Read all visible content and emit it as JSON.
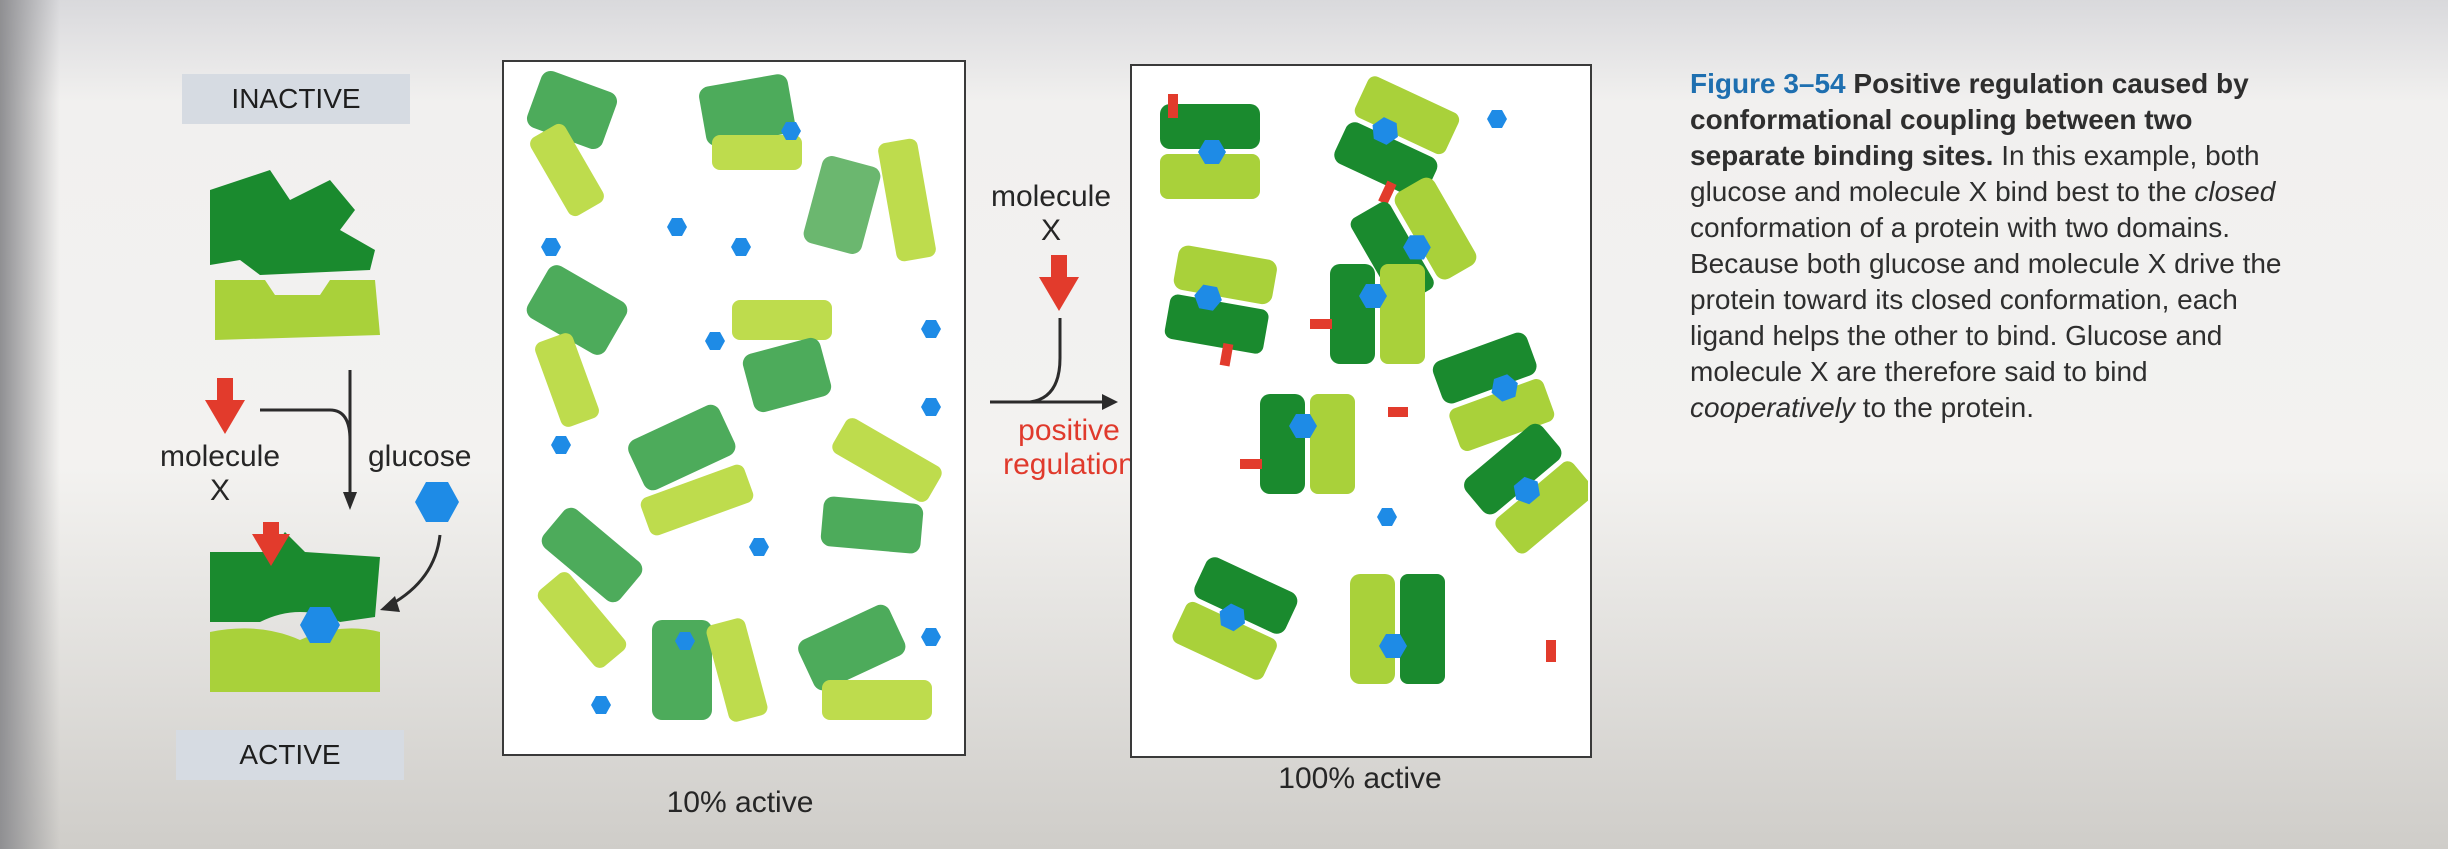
{
  "figure": {
    "label_inactive": "INACTIVE",
    "label_active": "ACTIVE",
    "molecule_x_left": "molecule\nX",
    "glucose": "glucose",
    "panel_left_caption": "10% active",
    "panel_right_caption": "100% active",
    "molecule_x_mid": "molecule\nX",
    "positive_regulation": "positive\nregulation",
    "colors": {
      "dark_green": "#1a8a2e",
      "light_green": "#a9d13a",
      "blue": "#1e8be6",
      "red": "#e23b2c"
    }
  },
  "caption": {
    "number": "Figure 3–54",
    "lead": "Positive regulation caused by conformational coupling between two separate binding sites.",
    "body_1": "In this example, both glucose and molecule X bind best to the",
    "italic_1": "closed",
    "body_2": "conformation of a protein with two domains. Because both glucose and molecule X drive the protein toward its closed conformation, each ligand helps the other to bind. Glucose and molecule X are therefore said to bind",
    "italic_2": "cooperatively",
    "body_3": "to the protein."
  }
}
